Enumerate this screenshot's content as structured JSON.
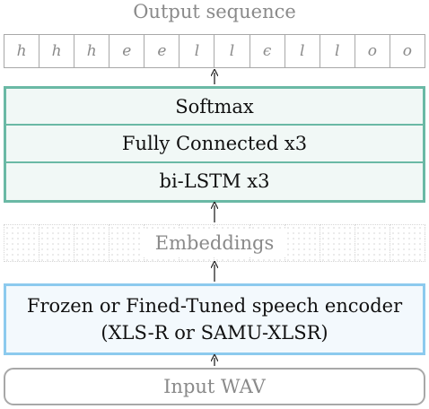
{
  "output": {
    "title": "Output sequence",
    "tokens": [
      "h",
      "h",
      "h",
      "e",
      "e",
      "l",
      "l",
      "ϵ",
      "l",
      "l",
      "o",
      "o"
    ]
  },
  "stack": {
    "layers": [
      "Softmax",
      "Fully Connected x3",
      "bi-LSTM x3"
    ],
    "border_color": "#6ab9a5"
  },
  "embeddings": {
    "label": "Embeddings"
  },
  "encoder": {
    "line1": "Frozen or Fined-Tuned speech encoder",
    "line2": "(XLS-R or SAMU-XLSR)",
    "border_color": "#8ccaee"
  },
  "input": {
    "label": "Input WAV"
  }
}
